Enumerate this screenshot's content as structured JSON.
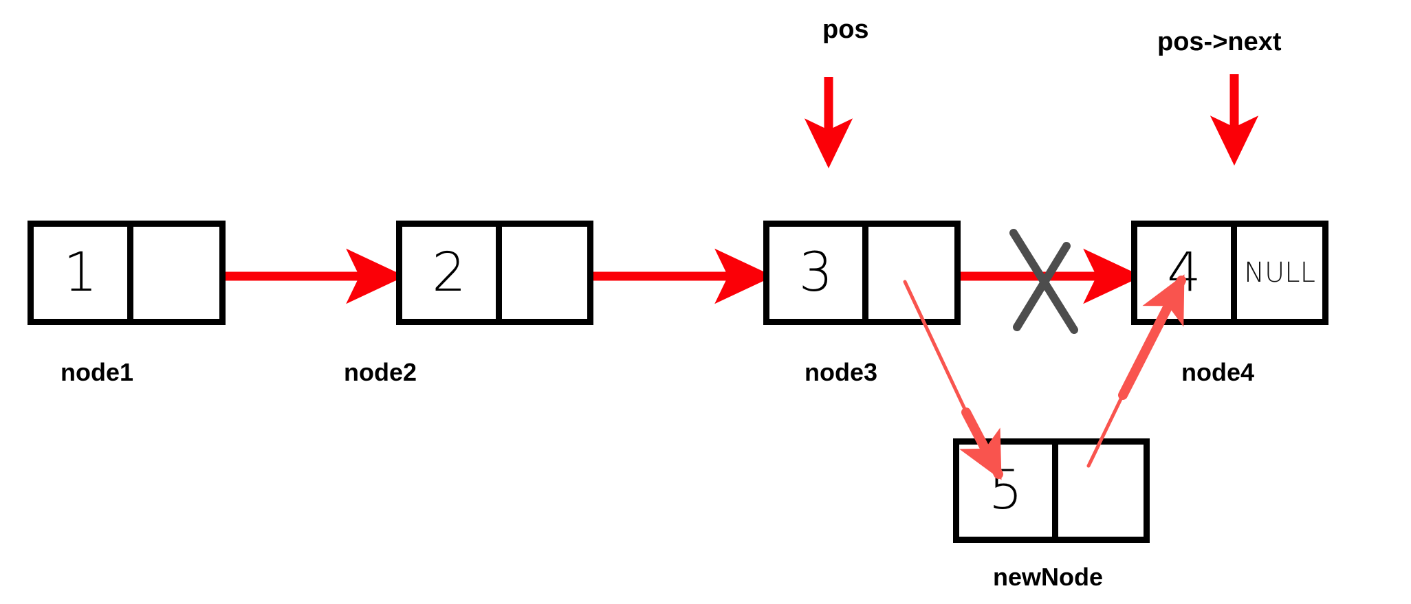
{
  "diagram": {
    "title": "Singly linked list insertion after pos",
    "background_color": "#ffffff",
    "link_arrow_color": "#fb0007",
    "new_link_arrow_color": "#f9544e",
    "cross_mark_color": "#4d4d4d",
    "text_color": "#000000"
  },
  "nodes": [
    {
      "id": "node1",
      "value": "1",
      "next_text": "",
      "caption": "node1"
    },
    {
      "id": "node2",
      "value": "2",
      "next_text": "",
      "caption": "node2"
    },
    {
      "id": "node3",
      "value": "3",
      "next_text": "",
      "caption": "node3"
    },
    {
      "id": "node4",
      "value": "4",
      "next_text": "NULL",
      "caption": "node4"
    },
    {
      "id": "newnode",
      "value": "5",
      "next_text": "",
      "caption": "newNode"
    }
  ],
  "pointers": [
    {
      "id": "pos",
      "label": "pos"
    },
    {
      "id": "pos_next",
      "label": "pos->next"
    }
  ],
  "annotations": {
    "broken_link": "x-cross-mark",
    "broken_link_from": "node3",
    "broken_link_to": "node4"
  },
  "icons": {
    "pos_arrow": "arrow-down-icon",
    "pos_next_arrow": "arrow-down-icon",
    "link_arrow": "arrow-right-icon",
    "new_link_arrow": "arrow-diagonal-icon",
    "cross": "x-cross-icon"
  }
}
